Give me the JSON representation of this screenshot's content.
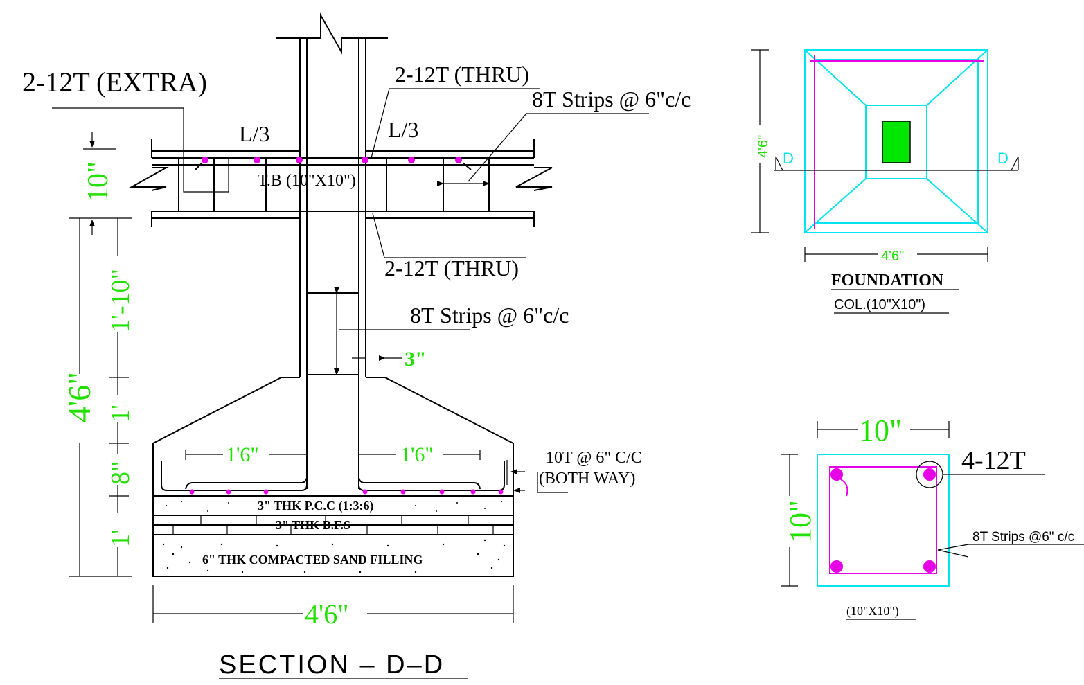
{
  "section": {
    "title": "SECTION  –  D–D",
    "labels": {
      "extra_bars": "2-12T (EXTRA)",
      "thru_top": "2-12T (THRU)",
      "strips_beam": "8T Strips @ 6\"c/c",
      "l3_left": "L/3",
      "l3_right": "L/3",
      "tie_beam": "T.B (10\"X10\")",
      "thru_bottom": "2-12T (THRU)",
      "strips_column": "8T Strips @ 6\"c/c",
      "mesh_line1": "10T @ 6\" C/C",
      "mesh_line2": "(BOTH WAY)",
      "pcc": "3\" THK P.C.C (1:3:6)",
      "bfs": "3\" THK B.F.S",
      "sand": "6\" THK COMPACTED SAND FILLING"
    },
    "dims": {
      "beam_depth": "10\"",
      "col_height": "1'-10\"",
      "total": "4'6\"",
      "taper": "1'",
      "base": "8\"",
      "layers": "1'",
      "cover": "3\"",
      "left_bar": "1'6\"",
      "right_bar": "1'6\"",
      "width": "4'6\""
    }
  },
  "plan": {
    "dim_v": "4'6\"",
    "dim_h": "4'6\"",
    "cut_left": "D",
    "cut_right": "D",
    "title": "FOUNDATION",
    "subtitle": "COL.(10\"X10\")"
  },
  "column_section": {
    "dim_h": "10\"",
    "dim_v": "10\"",
    "bars": "4-12T",
    "strips": "8T Strips @6\" c/c",
    "caption": "(10\"X10\")"
  },
  "colors": {
    "dimension": "#22e000",
    "outline": "#00e5ee",
    "rebar": "#e600e6",
    "column": "#00e600"
  }
}
